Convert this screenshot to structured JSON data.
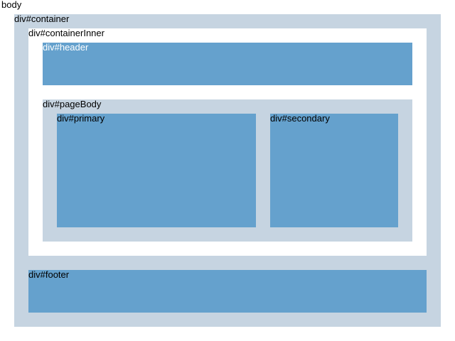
{
  "colors": {
    "light_region": "#c6d4e1",
    "white_region": "#ffffff",
    "dark_region": "#65a1cd"
  },
  "labels": {
    "body": "body",
    "container": "div#container",
    "containerInner": "div#containerInner",
    "header": "div#header",
    "pageBody": "div#pageBody",
    "primary": "div#primary",
    "secondary": "div#secondary",
    "footer": "div#footer"
  }
}
